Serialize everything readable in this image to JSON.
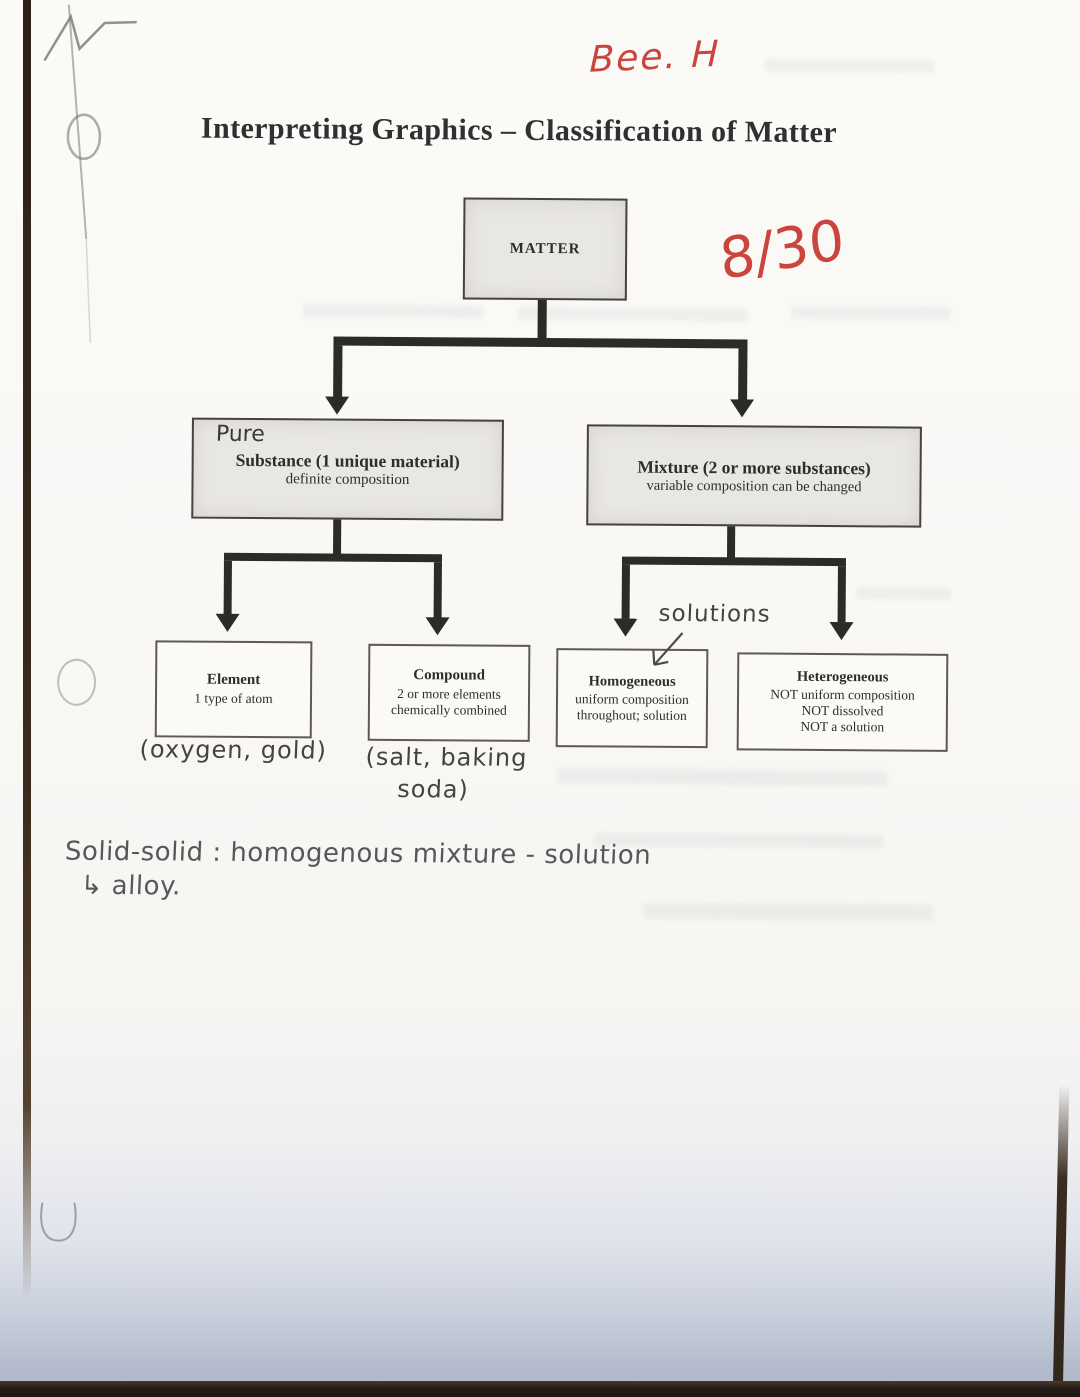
{
  "title": "Interpreting Graphics – Classification of Matter",
  "handwriting": {
    "student_name": "Bee. H",
    "date": "8/30",
    "pure": "Pure",
    "solutions": "solutions",
    "element_example": "(oxygen, gold)",
    "compound_example_line1": "(salt, baking",
    "compound_example_line2": "soda)",
    "note_line1": "Solid-solid : homogenous mixture - solution",
    "note_line2": "↳ alloy."
  },
  "diagram": {
    "root": {
      "label": "MATTER"
    },
    "branches": [
      {
        "title": "Substance (1 unique material)",
        "subtitle": "definite composition"
      },
      {
        "title": "Mixture (2 or more substances)",
        "subtitle": "variable composition can be changed"
      }
    ],
    "leaves": [
      {
        "title": "Element",
        "lines": [
          "1 type of atom"
        ]
      },
      {
        "title": "Compound",
        "lines": [
          "2 or more elements",
          "chemically combined"
        ]
      },
      {
        "title": "Homogeneous",
        "lines": [
          "uniform composition",
          "throughout; solution"
        ]
      },
      {
        "title": "Heterogeneous",
        "lines": [
          "NOT uniform composition",
          "NOT dissolved",
          "NOT a solution"
        ]
      }
    ]
  },
  "colors": {
    "red_ink": "#cb443d",
    "pencil": "#4f4e4c",
    "box_fill_gray": "#e9e7e2",
    "connector_black": "#2c2b29"
  }
}
